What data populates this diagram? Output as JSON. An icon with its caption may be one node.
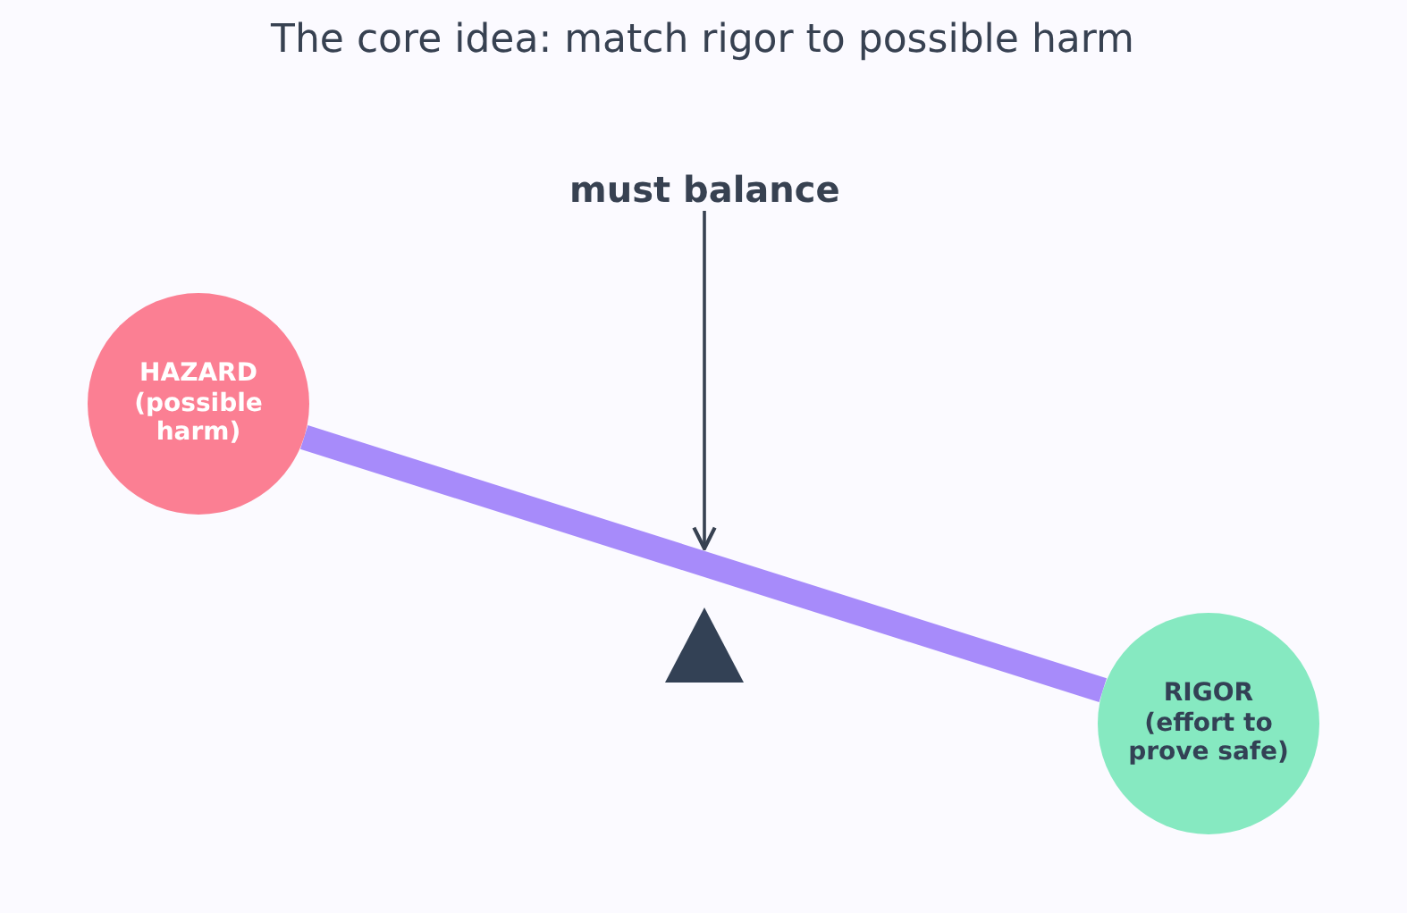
{
  "diagram": {
    "title": "The core idea: match rigor to possible harm",
    "nodes": [
      {
        "text": [
          "HAZARD (possible harm)"
        ]
      },
      {
        "text": [
          "RIGOR (effort to prove safe)"
        ]
      },
      {
        "text": [
          "must balance"
        ]
      }
    ],
    "edges": [
      {
        "from": 0,
        "to": 1,
        "arrow": "none",
        "style": "thick",
        "color": "#a78bfa"
      },
      {
        "from": 2,
        "to": null,
        "arrow": "to",
        "color": "#374151"
      }
    ]
  }
}
